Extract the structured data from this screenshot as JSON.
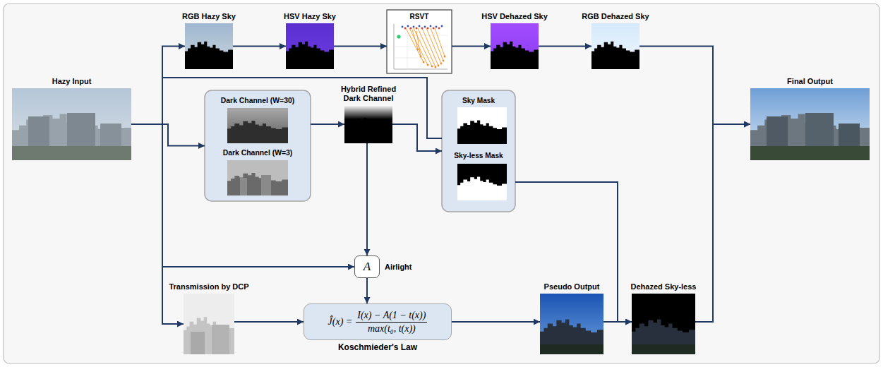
{
  "diagram": {
    "nodes": [
      {
        "text": [
          "Hazy Input"
        ]
      },
      {
        "text": [
          "RGB Hazy Sky"
        ]
      },
      {
        "text": [
          "HSV Hazy Sky"
        ]
      },
      {
        "text": [
          "RSVT"
        ]
      },
      {
        "text": [
          "HSV Dehazed Sky"
        ]
      },
      {
        "text": [
          "RGB Dehazed Sky"
        ]
      },
      {
        "text": [
          "Dark Channel (W=30)",
          "Dark Channel (W=3)"
        ]
      },
      {
        "text": [
          "Hybrid Refined Dark Channel"
        ]
      },
      {
        "text": [
          "Sky Mask",
          "Sky-less Mask"
        ]
      },
      {
        "text": [
          "A",
          "Airlight"
        ]
      },
      {
        "text": [
          "Transmission by DCP"
        ]
      },
      {
        "text": [
          "Ĵ(x) =",
          "I(x) − A(1 − t(x))",
          "max(t₀, t(x))",
          "Koschmieder's Law"
        ]
      },
      {
        "text": [
          "Pseudo Output"
        ]
      },
      {
        "text": [
          "Dehazed Sky-less"
        ]
      },
      {
        "text": [
          "Final Output"
        ]
      }
    ],
    "edges": [
      {
        "from": 0,
        "to": 1,
        "arrow": "to"
      },
      {
        "from": 1,
        "to": 2,
        "arrow": "to"
      },
      {
        "from": 2,
        "to": 3,
        "arrow": "to"
      },
      {
        "from": 3,
        "to": 4,
        "arrow": "to"
      },
      {
        "from": 4,
        "to": 5,
        "arrow": "to"
      },
      {
        "from": 5,
        "to": 14,
        "arrow": "to"
      },
      {
        "from": 0,
        "to": 6,
        "arrow": "to"
      },
      {
        "from": 0,
        "to": 8,
        "arrow": "none"
      },
      {
        "from": 6,
        "to": 7,
        "arrow": "to"
      },
      {
        "from": 7,
        "to": 8,
        "arrow": "to"
      },
      {
        "from": 7,
        "to": 9,
        "arrow": "to"
      },
      {
        "from": 0,
        "to": 9,
        "arrow": "to"
      },
      {
        "from": 9,
        "to": 11,
        "arrow": "to"
      },
      {
        "from": 0,
        "to": 10,
        "arrow": "to"
      },
      {
        "from": 10,
        "to": 11,
        "arrow": "to"
      },
      {
        "from": 11,
        "to": 12,
        "arrow": "to"
      },
      {
        "from": 12,
        "to": 13,
        "arrow": "to"
      },
      {
        "from": 8,
        "to": 13,
        "arrow": "to"
      },
      {
        "from": 13,
        "to": 14,
        "arrow": "to"
      }
    ]
  }
}
